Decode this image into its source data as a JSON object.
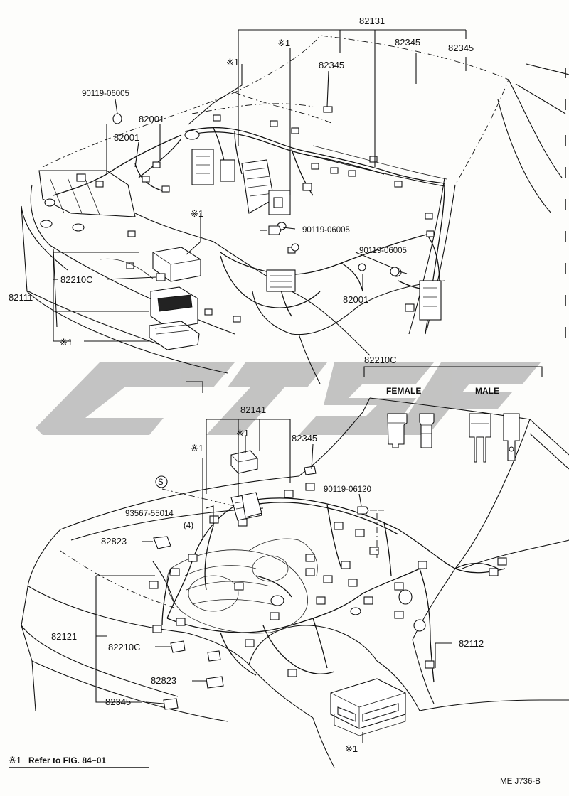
{
  "watermark": {
    "color": "#b9b9b9"
  },
  "colors": {
    "ink": "#111111",
    "paper": "#fdfdfb"
  },
  "ref_mark": "※1",
  "labels": {
    "p82131": "82131",
    "p82345_a": "82345",
    "p82345_b": "82345",
    "p82345_c": "82345",
    "p82345_d": "82345",
    "p82345_e": "82345",
    "p90119_06005_a": "90119-06005",
    "p90119_06005_b": "90119-06005",
    "p90119_06005_c": "90119-06005",
    "p82001_a": "82001",
    "p82001_b": "82001",
    "p82001_c": "82001",
    "p82210c_a": "82210C",
    "p82210c_b": "82210C",
    "p82210c_c": "82210C",
    "p82111": "82111",
    "p82141": "82141",
    "p90119_06120": "90119-06120",
    "p93567_55014": "93567-55014",
    "qty4": "(4)",
    "p82823_a": "82823",
    "p82823_b": "82823",
    "p82121": "82121",
    "p82112": "82112",
    "s_mark": "S"
  },
  "legend": {
    "female": "FEMALE",
    "male": "MALE"
  },
  "footnote": {
    "mark": "※1",
    "text": "Refer to FIG. 84−01"
  },
  "figure_code": "ME J736-B"
}
